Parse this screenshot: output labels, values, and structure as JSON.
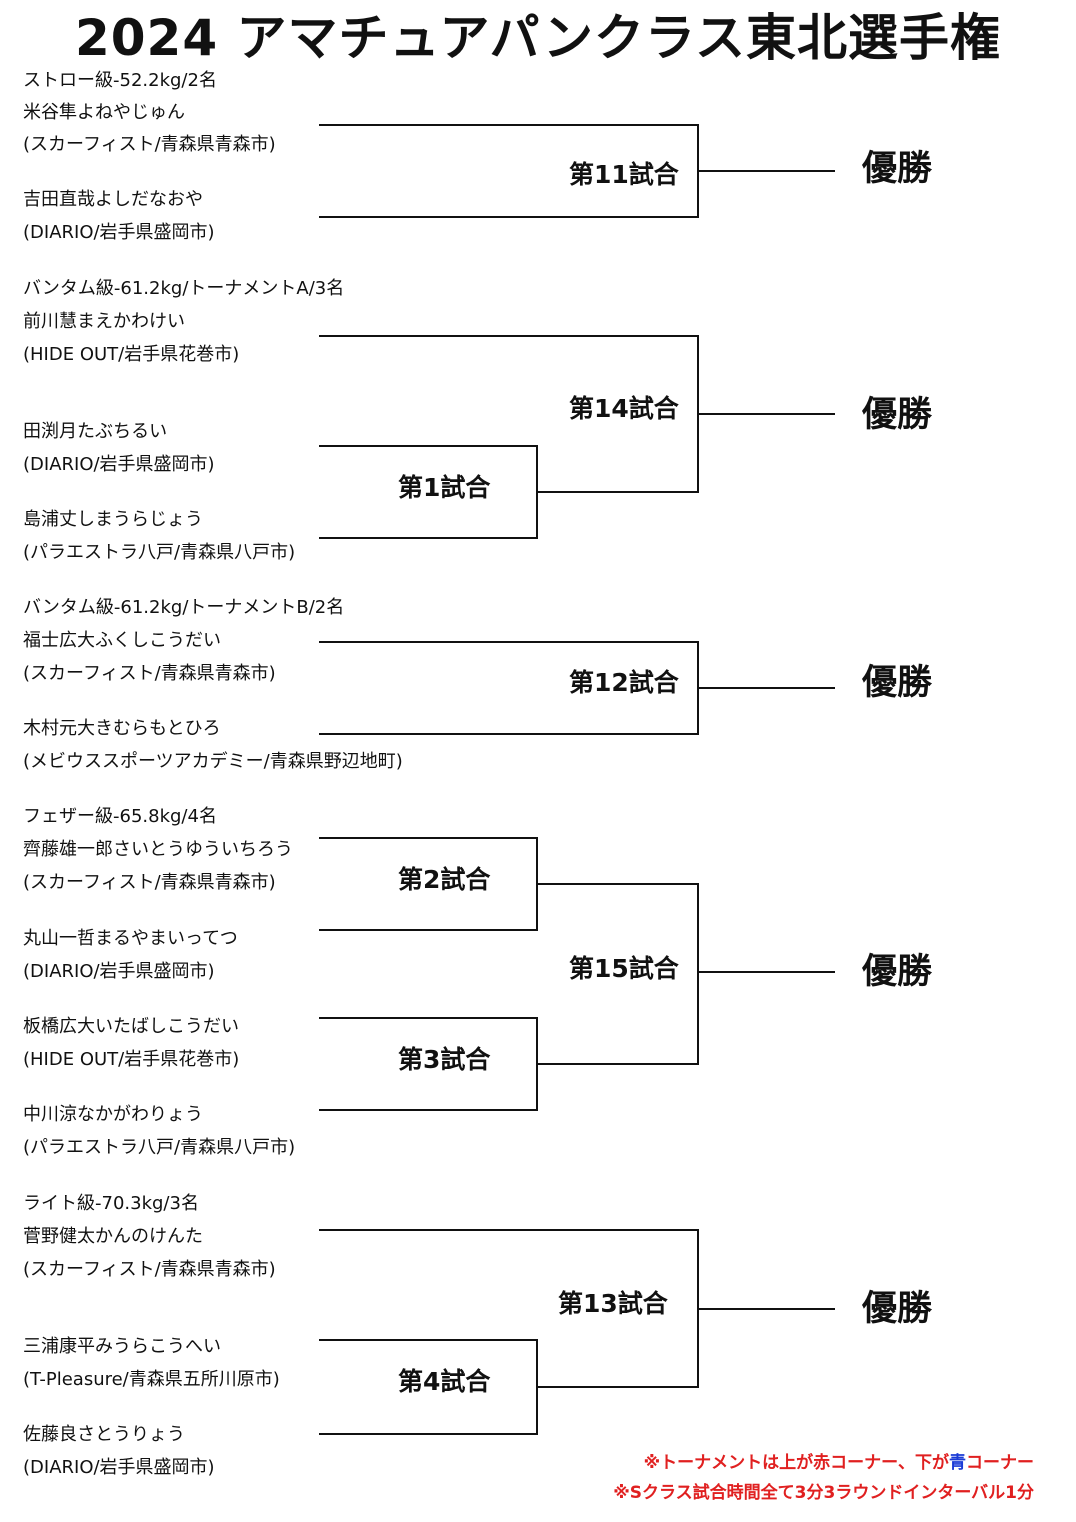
{
  "title": "2024 アマチュアパンクラス東北選手権",
  "champion_label": "優勝",
  "matches": {
    "m1": "第1試合",
    "m2": "第2試合",
    "m3": "第3試合",
    "m4": "第4試合",
    "m11": "第11試合",
    "m12": "第12試合",
    "m13": "第13試合",
    "m14": "第14試合",
    "m15": "第15試合"
  },
  "divisions": [
    {
      "header": "ストロー級-52.2kg/2名",
      "fighters": [
        {
          "name": "米谷隼よねやじゅん",
          "team": "(スカーフィスト/青森県青森市)"
        },
        {
          "name": "吉田直哉よしだなおや",
          "team": "(DIARIO/岩手県盛岡市)"
        }
      ]
    },
    {
      "header": "バンタム級-61.2kg/トーナメントA/3名",
      "fighters": [
        {
          "name": "前川慧まえかわけい",
          "team": "(HIDE OUT/岩手県花巻市)"
        },
        {
          "name": "田渕月たぶちるい",
          "team": "(DIARIO/岩手県盛岡市)"
        },
        {
          "name": "島浦丈しまうらじょう",
          "team": "(パラエストラ八戸/青森県八戸市)"
        }
      ]
    },
    {
      "header": "バンタム級-61.2kg/トーナメントB/2名",
      "fighters": [
        {
          "name": "福士広大ふくしこうだい",
          "team": "(スカーフィスト/青森県青森市)"
        },
        {
          "name": "木村元大きむらもとひろ",
          "team": "(メビウススポーツアカデミー/青森県野辺地町)"
        }
      ]
    },
    {
      "header": "フェザー級-65.8kg/4名",
      "fighters": [
        {
          "name": "齊藤雄一郎さいとうゆういちろう",
          "team": "(スカーフィスト/青森県青森市)"
        },
        {
          "name": "丸山一哲まるやまいってつ",
          "team": "(DIARIO/岩手県盛岡市)"
        },
        {
          "name": "板橋広大いたばしこうだい",
          "team": "(HIDE OUT/岩手県花巻市)"
        },
        {
          "name": "中川涼なかがわりょう",
          "team": "(パラエストラ八戸/青森県八戸市)"
        }
      ]
    },
    {
      "header": "ライト級-70.3kg/3名",
      "fighters": [
        {
          "name": "菅野健太かんのけんた",
          "team": "(スカーフィスト/青森県青森市)"
        },
        {
          "name": "三浦康平みうらこうへい",
          "team": "(T-Pleasure/青森県五所川原市)"
        },
        {
          "name": "佐藤良さとうりょう",
          "team": "(DIARIO/岩手県盛岡市)"
        }
      ]
    }
  ],
  "notes": {
    "line1_a": "※トーナメントは上が赤コーナー、下が",
    "line1_b": "青",
    "line1_c": "コーナー",
    "line2": "※Sクラス試合時間全て3分3ラウンドインターバル1分"
  }
}
